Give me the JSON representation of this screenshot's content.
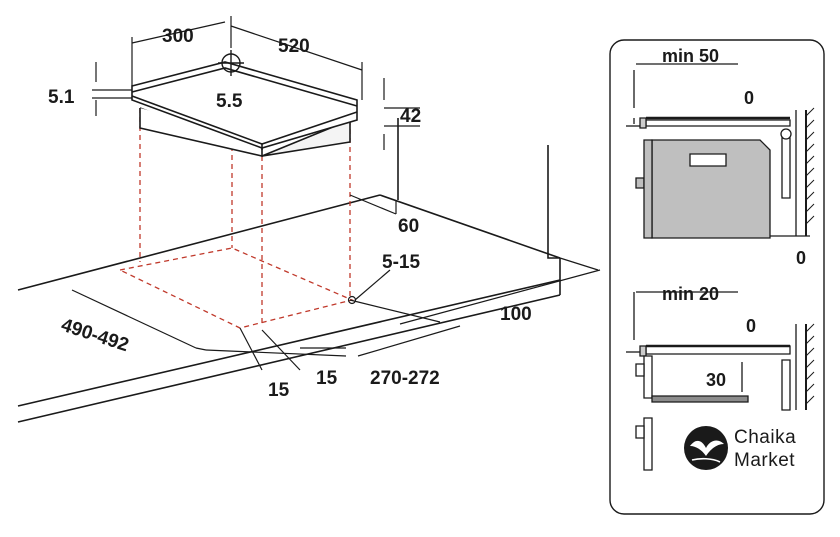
{
  "main_drawing": {
    "hob": {
      "width": "520",
      "depth": "300",
      "glass_thickness": "5.1",
      "body_depth": "42",
      "center_value": "5.5"
    },
    "cutout": {
      "back_distance": "60",
      "corner_radius": "5-15",
      "side_distance": "100",
      "width": "490-492",
      "depth": "270-272",
      "margin_left": "15",
      "margin_right": "15"
    }
  },
  "side_views": {
    "oven_view": {
      "gap_label": "min 50",
      "wall_gap": "0",
      "bottom_gap": "0"
    },
    "drawer_view": {
      "gap_label": "min 20",
      "wall_gap": "0",
      "panel_gap": "30"
    }
  },
  "brand": {
    "line1": "Chaika",
    "line2": "Market"
  }
}
